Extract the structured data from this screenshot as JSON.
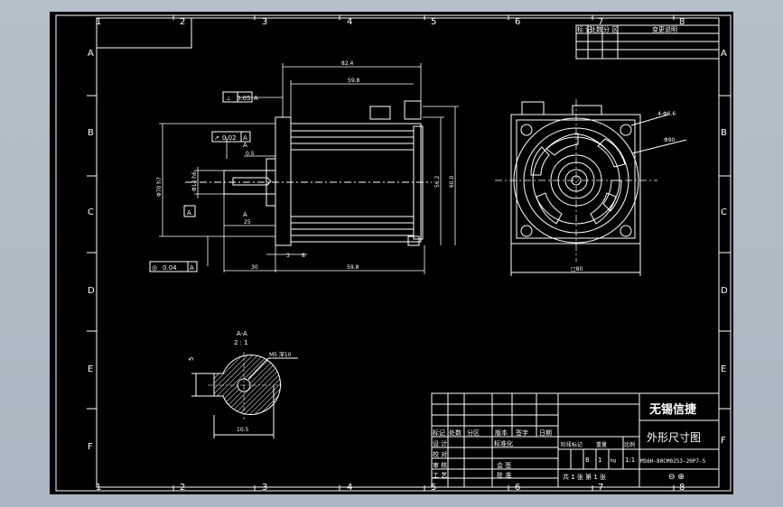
{
  "border": {
    "columns": [
      "1",
      "2",
      "3",
      "4",
      "5",
      "6",
      "7",
      "8"
    ],
    "rows": [
      "A",
      "B",
      "C",
      "D",
      "E",
      "F"
    ]
  },
  "revision_table": {
    "headers": [
      "标 记",
      "处数",
      "分 区",
      "变更说明"
    ]
  },
  "front_view": {
    "flatness_tol": "0.05",
    "flatness_datum": "A",
    "runout_tol": "0.02",
    "runout_datum": "A",
    "concentricity_tol": "0.04",
    "concentricity_datum": "A",
    "datum_label": "A",
    "section_label": "A",
    "dims": {
      "overall_length": "82.4",
      "body_length": "59.8",
      "flange_height_1": "56.2",
      "flange_height_2": "60.0",
      "pilot_dia": "Φ70 h7",
      "shaft_dia": "Φ14 h6",
      "shaft_length": "25",
      "flange_thickness": "0.5",
      "shaft_ext": "30",
      "lip_1": "3",
      "lip_2": "8",
      "bottom_len": "59.8"
    }
  },
  "side_view": {
    "holes_label": "4-Φ6.6",
    "pcd_label": "Φ90",
    "square_label": "□80"
  },
  "section_view": {
    "title": "A-A",
    "scale": "2 : 1",
    "key_width": "5",
    "keyway_label": "M5 深10",
    "width_label": "10.5"
  },
  "title_block": {
    "company": "无锡信捷",
    "drawing_title": "外形尺寸图",
    "part_number": "MS6H-80CM0253-20P7-S",
    "row_labels": [
      "标记",
      "处数",
      "分区",
      "版本",
      "签字",
      "日期"
    ],
    "designer": "设 计",
    "standardize": "标准化",
    "checker": "校 对",
    "reviewer": "审 核",
    "process": "工 艺",
    "countersign": "会 签",
    "approve": "批 准",
    "stage_header": [
      "阶段标记",
      "重量",
      "比例"
    ],
    "stage_values": [
      "B",
      "1",
      "kg",
      "1:1"
    ],
    "sheet_info": "共 1 张 第 1 张",
    "projection": "⊖ ⊕"
  }
}
